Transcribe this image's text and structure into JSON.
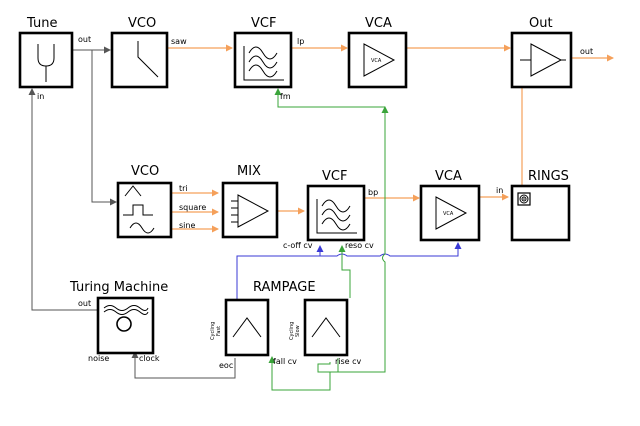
{
  "modules": {
    "tune": {
      "title": "Tune",
      "in": "in",
      "out": "out"
    },
    "vco1": {
      "title": "VCO",
      "out": "saw"
    },
    "vcf1": {
      "title": "VCF",
      "out": "lp",
      "in_fm": "fm"
    },
    "vca1": {
      "title": "VCA",
      "inner": "VCA"
    },
    "out": {
      "title": "Out",
      "out": "out"
    },
    "vco2": {
      "title": "VCO",
      "tri": "tri",
      "square": "square",
      "sine": "sine"
    },
    "mix": {
      "title": "MIX"
    },
    "vcf2": {
      "title": "VCF",
      "out": "bp",
      "cutoff": "c-off cv",
      "reso": "reso cv"
    },
    "vca2": {
      "title": "VCA",
      "inner": "VCA"
    },
    "rings": {
      "title": "RINGS",
      "in": "in"
    },
    "turing": {
      "title": "Turing Machine",
      "out": "out",
      "noise": "noise",
      "clock": "clock"
    },
    "rampage": {
      "title": "RAMPAGE",
      "ch1_label_a": "Cycling",
      "ch1_label_b": "Fast",
      "ch2_label_a": "Cycling",
      "ch2_label_b": "Slow",
      "eoc": "eoc",
      "fall": "fall cv",
      "rise": "rise cv"
    }
  },
  "colors": {
    "audio": "#f5a05a",
    "cv_green": "#3aa43a",
    "cv_blue": "#3a3ad6",
    "gate": "#555555"
  }
}
